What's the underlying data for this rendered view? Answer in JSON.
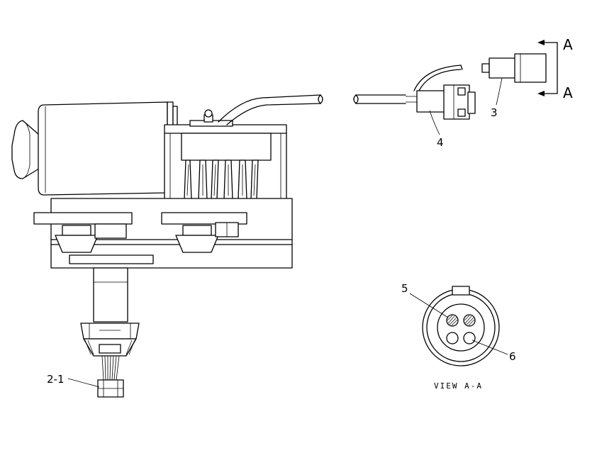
{
  "callouts": {
    "c2_1": "2-1",
    "c3": "3",
    "c4": "4",
    "c5": "5",
    "c6": "6"
  },
  "section": {
    "top_letter": "A",
    "bottom_letter": "A",
    "view_label": "VIEW A-A"
  }
}
